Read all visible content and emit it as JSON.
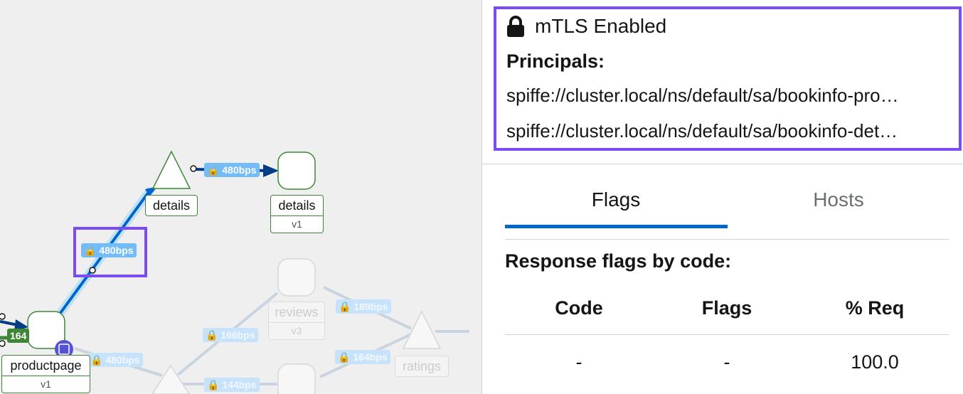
{
  "graph": {
    "edges": {
      "details_to_details_rate": "480bps",
      "productpage_to_details_rate": "480bps",
      "productpage_reviews_rate": "480bps",
      "reviews_v3_rate": "166bps",
      "reviews_to_ratings_rate_top": "189bps",
      "reviews_to_ratings_rate_bottom": "164bps",
      "productpage_reviews_bottom_rate": "144bps",
      "left_edge_rate": "164"
    },
    "nodes": {
      "details_service_label": "details",
      "details_workload_label": "details",
      "details_workload_version": "v1",
      "productpage_label": "productpage",
      "productpage_version": "v1",
      "reviews_label": "reviews",
      "reviews_version": "v3",
      "ratings_label": "ratings"
    }
  },
  "panel": {
    "mtls_status": "mTLS Enabled",
    "principals_label": "Principals:",
    "principals": [
      "spiffe://cluster.local/ns/default/sa/bookinfo-pro…",
      "spiffe://cluster.local/ns/default/sa/bookinfo-det…"
    ],
    "tabs": [
      "Flags",
      "Hosts"
    ],
    "active_tab": "Flags",
    "section_title": "Response flags by code:",
    "table": {
      "headers": [
        "Code",
        "Flags",
        "% Req"
      ],
      "rows": [
        [
          "-",
          "-",
          "100.0"
        ]
      ]
    }
  },
  "colors": {
    "highlight": "#7a4cf2",
    "active_tab": "#0066cc",
    "edge_badge": "#73bcf7",
    "edge_line": "#0066cc",
    "node_border": "#3e8635"
  }
}
